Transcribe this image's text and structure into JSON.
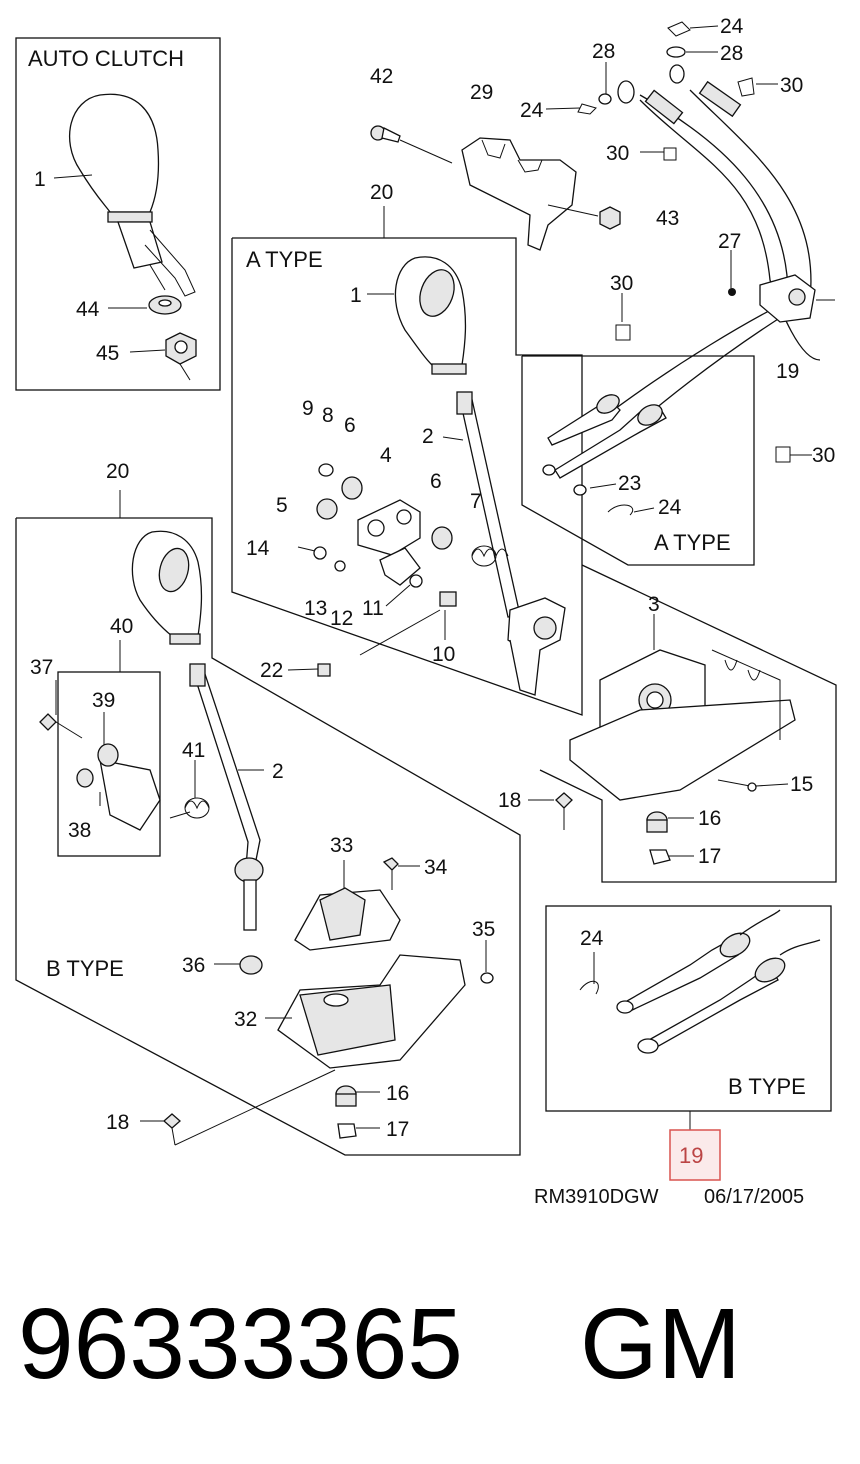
{
  "sections": {
    "auto_clutch": "AUTO CLUTCH",
    "a_type_shifter": "A TYPE",
    "a_type_cable": "A TYPE",
    "b_type_shifter": "B TYPE",
    "b_type_cable": "B TYPE"
  },
  "callouts": [
    "24",
    "28",
    "30",
    "28",
    "24",
    "30",
    "42",
    "29",
    "43",
    "20",
    "27",
    "30",
    "1",
    "19",
    "2",
    "9",
    "8",
    "6",
    "4",
    "30",
    "23",
    "24",
    "5",
    "6",
    "7",
    "14",
    "13",
    "12",
    "11",
    "10",
    "22",
    "3",
    "15",
    "18",
    "16",
    "17",
    "20",
    "40",
    "37",
    "39",
    "41",
    "2",
    "38",
    "33",
    "34",
    "35",
    "36",
    "32",
    "16",
    "17",
    "18",
    "24",
    "1",
    "44",
    "45"
  ],
  "highlight": {
    "part": "19",
    "color": "#d9534f"
  },
  "reference": {
    "code": "RM3910DGW",
    "date": "06/17/2005"
  },
  "part_number": {
    "number": "96333365",
    "brand": "GM"
  }
}
